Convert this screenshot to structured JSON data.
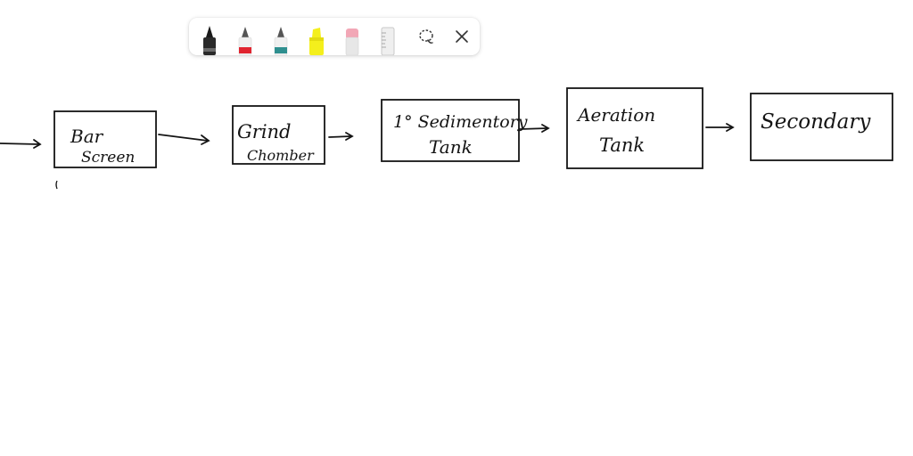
{
  "toolbar": {
    "tools": [
      {
        "name": "Ballpoint pen",
        "icon": "ballpoint-pen-icon",
        "color": "#1a1a1a"
      },
      {
        "name": "Pen",
        "icon": "pen-icon",
        "color": "#e0242f"
      },
      {
        "name": "Pen",
        "icon": "pen-icon",
        "color": "#2f8f8f"
      },
      {
        "name": "Highlighter",
        "icon": "highlighter-icon",
        "color": "#f4ef1c"
      },
      {
        "name": "Eraser",
        "icon": "eraser-icon",
        "color": "#f2a7b6"
      },
      {
        "name": "Ruler",
        "icon": "ruler-icon",
        "color": "#cfcfcf"
      }
    ],
    "lasso_icon": "lasso-select-icon",
    "close_icon": "close-icon"
  },
  "flowchart": {
    "boxes": [
      {
        "line1": "Bar",
        "line2": "Screen"
      },
      {
        "line1": "Grind",
        "line2": "Chomber"
      },
      {
        "line1": "1° Sedimentory",
        "line2": "Tank"
      },
      {
        "line1": "Aeration",
        "line2": "Tank"
      },
      {
        "line1": "Secondary",
        "line2": ""
      }
    ]
  }
}
